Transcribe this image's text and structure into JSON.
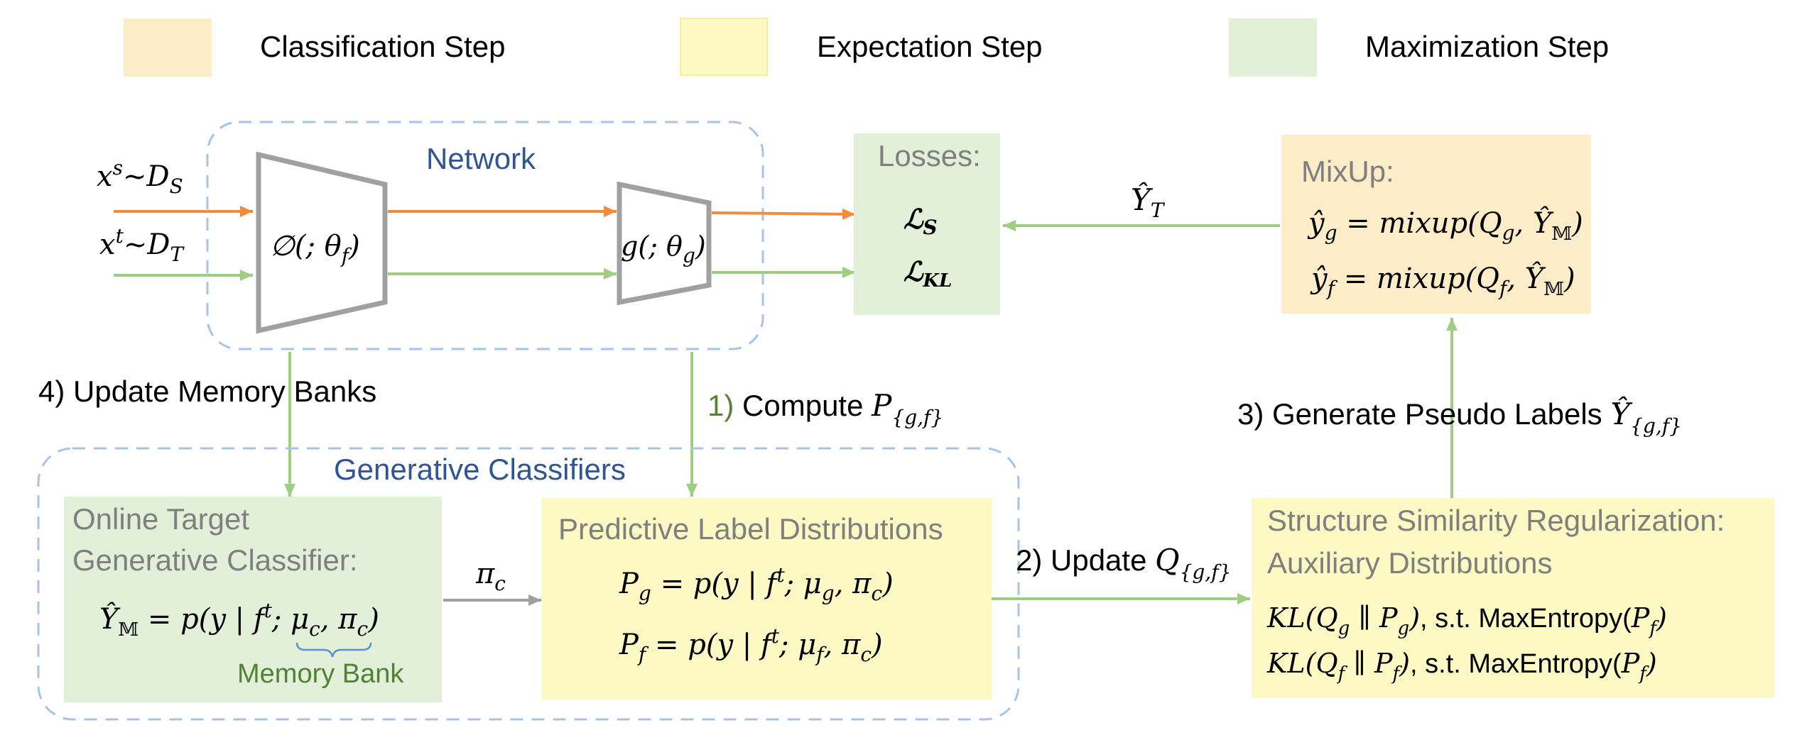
{
  "legend": [
    {
      "label": "Classification Step",
      "color": "#fdecc8"
    },
    {
      "label": "Expectation Step",
      "color": "#fdf9c4"
    },
    {
      "label": "Maximization Step",
      "color": "#e2efd9"
    }
  ],
  "network": {
    "title": "Network",
    "input_source": "x^s ~ D_S",
    "input_target": "x^t ~ D_T",
    "feature_extractor": "∅(; θ_f)",
    "classifier": "g(; θ_g)"
  },
  "losses": {
    "title": "Losses:",
    "loss_s": "ℒ_S",
    "loss_kl": "ℒ_KL"
  },
  "mixup": {
    "title": "MixUp:",
    "eq_g": "ŷ_g = mixup(Q_g, Ŷ_𝕄)",
    "eq_f": "ŷ_f = mixup(Q_f, Ŷ_𝕄)"
  },
  "arrow_labels": {
    "y_hat_t": "Ŷ_T",
    "update_memory": "4) Update Memory Banks",
    "compute_p": "1) Compute P_{g,f}",
    "update_q": "2) Update Q_{g,f}",
    "generate_pseudo": "3) Generate Pseudo Labels Ŷ_{g,f}",
    "pi_c": "π_c"
  },
  "generative": {
    "title": "Generative Classifiers",
    "online_title_1": "Online Target",
    "online_title_2": "Generative Classifier:",
    "online_eq": "Ŷ_𝕄 = p(y | f^t; μ_c, π_c)",
    "memory_bank": "Memory Bank",
    "pred_title": "Predictive Label Distributions",
    "pred_eq_g": "P_g = p(y | f^t; μ_g, π_c)",
    "pred_eq_f": "P_f = p(y | f^t; μ_f, π_c)"
  },
  "structure": {
    "title_1": "Structure Similarity Regularization:",
    "title_2": "Auxiliary Distributions",
    "eq_1": "KL(Q_g ∥ P_g), s.t. MaxEntropy(P_f)",
    "eq_2": "KL(Q_f ∥ P_f), s.t. MaxEntropy(P_f)"
  },
  "colors": {
    "orange_arrow": "#f08c3c",
    "green_arrow": "#9fce82",
    "gray_arrow": "#a0a0a0",
    "dashed_border": "#a9c3e8",
    "blue_title": "#2f5597",
    "gray_title": "#7f7f7f",
    "green_text": "#548235"
  }
}
